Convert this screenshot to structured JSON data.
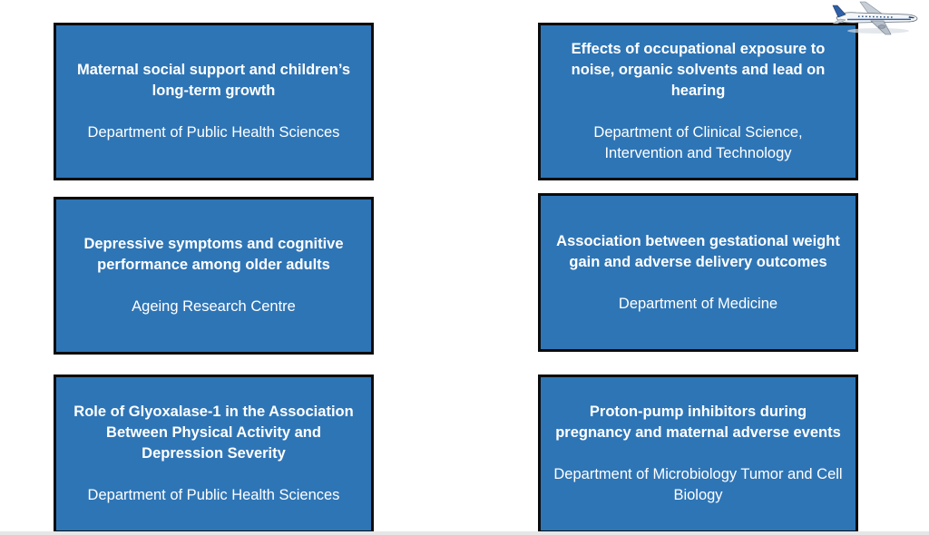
{
  "cards": [
    {
      "title": "Maternal social support and children’s long-term growth",
      "department": "Department of Public Health Sciences"
    },
    {
      "title": "Effects of occupational exposure to noise, organic solvents and lead on hearing",
      "department": "Department of Clinical Science, Intervention and Technology"
    },
    {
      "title": "Depressive symptoms and cognitive performance among older adults",
      "department": "Ageing Research Centre"
    },
    {
      "title": "Association between gestational weight gain and adverse delivery outcomes",
      "department": "Department of Medicine"
    },
    {
      "title": "Role of Glyoxalase-1 in the Association Between Physical Activity and Depression Severity",
      "department": "Department of Public Health Sciences"
    },
    {
      "title": "Proton-pump inhibitors during pregnancy and maternal adverse events",
      "department": "Department of  Microbiology Tumor and Cell Biology"
    }
  ],
  "decoration": {
    "icon": "airplane-icon",
    "colors": {
      "card_fill": "#2e75b6",
      "card_border": "#0b0b0b",
      "text": "#ffffff"
    }
  }
}
